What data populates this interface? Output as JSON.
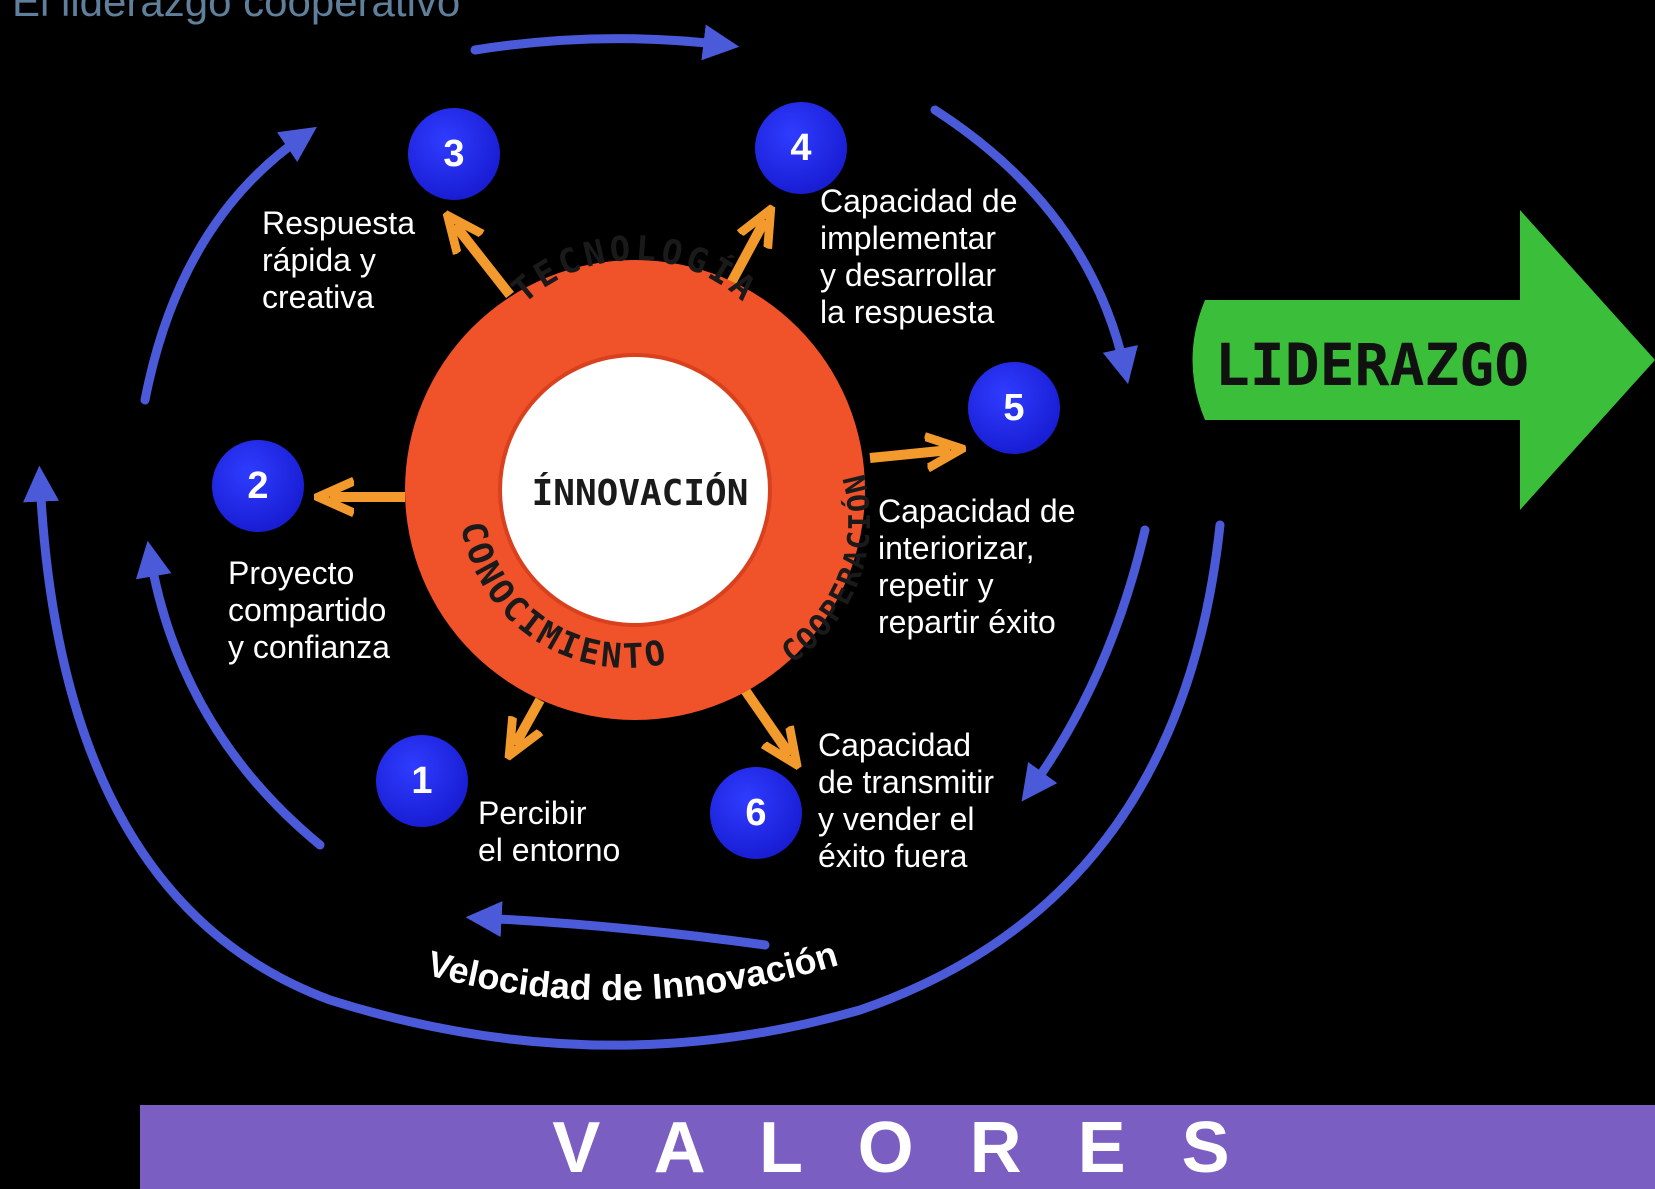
{
  "title": "El liderazgo cooperativo",
  "center": {
    "core": "ÍNNOVACIÓN",
    "ring_top": "TECNOLOGÍA",
    "ring_bottom": "CONOCIMIENTO",
    "ring_right": "COOPERACIÓN"
  },
  "nodes": [
    {
      "number": "1",
      "label": "Percibir\nel entorno"
    },
    {
      "number": "2",
      "label": "Proyecto\ncompartido\ny confianza"
    },
    {
      "number": "3",
      "label": "Respuesta\nrápida y\ncreativa"
    },
    {
      "number": "4",
      "label": "Capacidad de\nimplementar\ny desarrollar\nla respuesta"
    },
    {
      "number": "5",
      "label": "Capacidad de\ninteriorizar,\nrepetir y\nrepartir éxito"
    },
    {
      "number": "6",
      "label": "Capacidad\nde transmitir\ny vender el\néxito fuera"
    }
  ],
  "cycle_label": "Velocidad de Innovación",
  "leadership_arrow": "LIDERAZGO",
  "values_band": "V A L O R E S",
  "colors": {
    "cycle_arrow": "#4a5ad8",
    "ring": "#f0522a",
    "spoke": "#f39a2c",
    "node": "#1a1fd6",
    "leadership": "#3bbf3a",
    "values": "#7a5ec2",
    "title": "#5f7f9a"
  }
}
